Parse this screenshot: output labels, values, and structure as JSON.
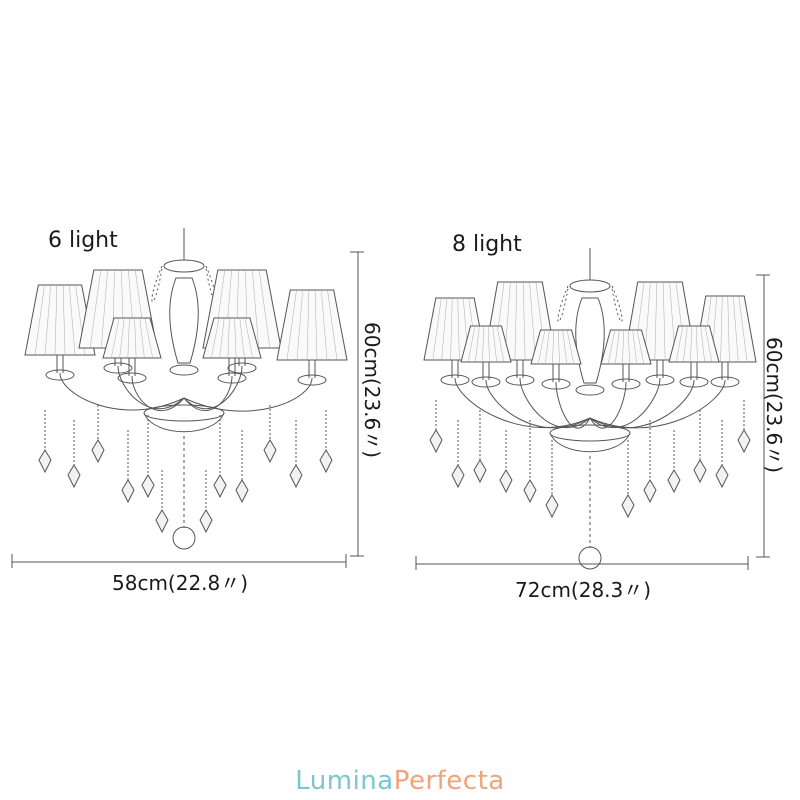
{
  "products": [
    {
      "variant_label": "6 light",
      "height_label": "60cm(23.6〃)",
      "width_label": "58cm(22.8〃)",
      "shade_count": 6
    },
    {
      "variant_label": "8 light",
      "height_label": "60cm(23.6〃)",
      "width_label": "72cm(28.3〃)",
      "shade_count": 8
    }
  ],
  "brand": {
    "part1": "Lumina",
    "part2": "Perfecta",
    "color1": "#7cc6cf",
    "color2": "#f0a37a"
  },
  "line_color": "#555555"
}
